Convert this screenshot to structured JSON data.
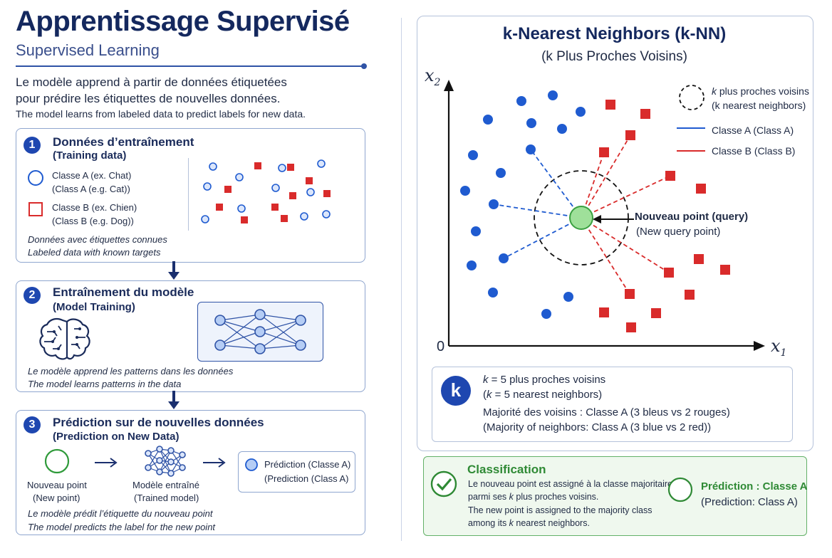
{
  "header": {
    "title": "Apprentissage Supervisé",
    "subtitle": "Supervised Learning",
    "intro_fr_line1": "Le modèle apprend à partir de données étiquetées",
    "intro_fr_line2": "pour prédire les étiquettes de nouvelles données.",
    "intro_en": "The model learns from labeled data to predict labels for new data."
  },
  "step1": {
    "number": "1",
    "title": "Données d’entraînement",
    "subtitle": "(Training data)",
    "class_a_fr": "Classe A (ex. Chat)",
    "class_a_en": "(Class A (e.g. Cat))",
    "class_b_fr": "Classe B (ex. Chien)",
    "class_b_en": "(Class B (e.g. Dog))",
    "note_fr": "Données avec étiquettes connues",
    "note_en": "Labeled data with known targets"
  },
  "step2": {
    "number": "2",
    "title": "Entraînement du modèle",
    "subtitle": "(Model Training)",
    "note_fr": "Le modèle apprend les patterns dans les données",
    "note_en": "The model learns patterns in the data"
  },
  "step3": {
    "number": "3",
    "title": "Prédiction sur de nouvelles données",
    "subtitle": "(Prediction on New Data)",
    "new_point_fr": "Nouveau point",
    "new_point_en": "(New point)",
    "trained_fr": "Modèle entraîné",
    "trained_en": "(Trained model)",
    "prediction_fr": "Prédiction (Classe A)",
    "prediction_en": "(Prediction (Class A)",
    "note_fr": "Le modèle prédit l’étiquette du nouveau point",
    "note_en": "The model predicts the label for the new point"
  },
  "knn": {
    "title": "k-Nearest Neighbors (k-NN)",
    "subtitle": "(k Plus Proches Voisins)",
    "axis_y": "x",
    "axis_y_sub": "2",
    "axis_x": "x",
    "axis_x_sub": "1",
    "origin": "0",
    "legend_k_fr_k": "k",
    "legend_k_fr": " plus proches voisins",
    "legend_k_en": "(k nearest neighbors)",
    "legend_a": "Classe A (Class A)",
    "legend_b": "Classe B (Class B)",
    "query_fr": "Nouveau point (query)",
    "query_en": "(New query point)",
    "colors": {
      "class_a": "#1f5bd0",
      "class_b": "#d92b2b",
      "query": "#9fe09a"
    }
  },
  "kinfo": {
    "badge": "k",
    "line1_k": "k",
    "line1": " = 5 plus proches voisins",
    "line2_pre": "(",
    "line2_k": "k",
    "line2": " = 5 nearest neighbors)",
    "line3": "Majorité des voisins : Classe A (3 bleus vs 2 rouges)",
    "line4": "(Majority of neighbors: Class A (3 blue vs 2 red))"
  },
  "classification": {
    "title": "Classification",
    "fr1": "Le nouveau point est assigné à la classe majoritaire",
    "fr2_pre": "parmi ses ",
    "fr2_k": "k",
    "fr2_post": " plus proches voisins.",
    "en1": "The new point is assigned to the majority class",
    "en2_pre": "among its ",
    "en2_k": "k",
    "en2_post": " nearest neighbors.",
    "pred_fr": "Prédiction : Classe A",
    "pred_en": "(Prediction: Class A)"
  }
}
